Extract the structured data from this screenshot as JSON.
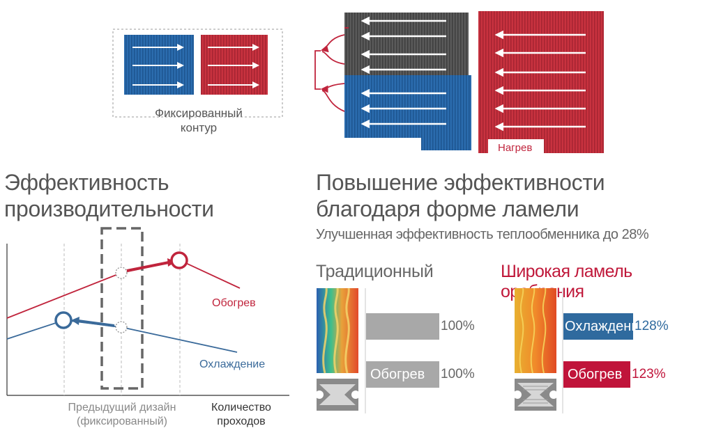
{
  "top_diagram": {
    "fixed_label_line1": "Фиксированный",
    "fixed_label_line2": "контур",
    "heating_label": "Нагрев"
  },
  "left_section": {
    "title_line1": "Эффективность",
    "title_line2": "производительности"
  },
  "right_section": {
    "title_line1": "Повышение эффективности",
    "title_line2": "благодаря форме ламели",
    "subtitle": "Улучшенная эффективность теплообменника до 28%"
  },
  "chart_data": [
    {
      "type": "line",
      "title": "",
      "xlabel_line1": "Количество",
      "xlabel_line2": "проходов",
      "x_annotation_line1": "Предыдущий дизайн",
      "x_annotation_line2": "(фиксированный)",
      "series": [
        {
          "name": "Обогрев",
          "color": "#c0243c"
        },
        {
          "name": "Охлаждение",
          "color": "#3a6a9a"
        }
      ]
    },
    {
      "type": "bar",
      "panels": [
        {
          "title": "Традиционный",
          "bars": [
            {
              "label": "",
              "value": 100,
              "display": "100%",
              "color": "#a8a8a8"
            },
            {
              "label": "Обогрев",
              "value": 100,
              "display": "100%",
              "color": "#a8a8a8"
            }
          ]
        },
        {
          "title": "Широкая ламель оребрения",
          "bars": [
            {
              "label": "Охлаждение",
              "value": 128,
              "display": "128%",
              "color": "#2f6a9e"
            },
            {
              "label": "Обогрев",
              "value": 123,
              "display": "123%",
              "color": "#c0143a"
            }
          ]
        }
      ]
    }
  ],
  "colors": {
    "blue_coil": "#2b6cae",
    "red_coil": "#c8323f",
    "gray_coil": "#555555",
    "accent_red": "#c0183a"
  }
}
